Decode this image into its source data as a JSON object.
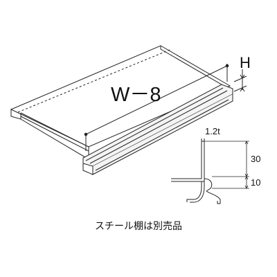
{
  "labels": {
    "width_label": "W－8",
    "height_label": "H",
    "thickness_label": "1.2t",
    "dim_upper": "30",
    "dim_lower": "10"
  },
  "caption": "スチール棚は別売品"
}
